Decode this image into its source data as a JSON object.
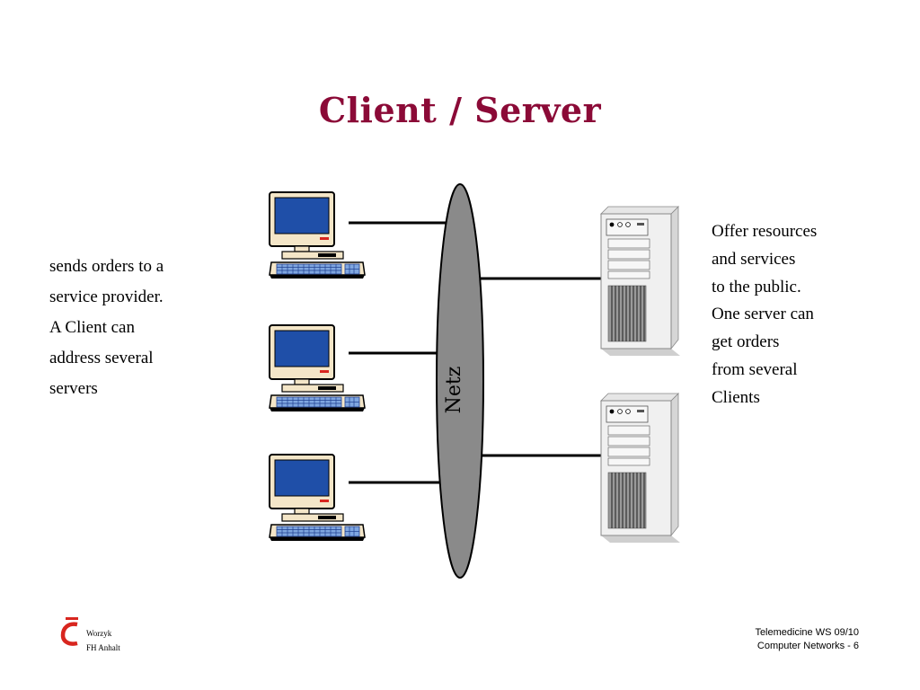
{
  "title": "Client / Server",
  "network_label": "Netz",
  "client_text": [
    "sends orders to a",
    "service provider.",
    "A Client can",
    "address several",
    "servers"
  ],
  "server_text": [
    "Offer resources",
    "and services",
    "to the public.",
    "One server can",
    "get orders",
    "from several",
    "Clients"
  ],
  "footer": {
    "logo_line1": "Worzyk",
    "logo_line2": "FH Anhalt",
    "course": "Telemedicine WS 09/10",
    "slide": "Computer Networks - 6"
  },
  "colors": {
    "title": "#8b0a37",
    "network": "#8a8a8a",
    "screen": "#1f4fa8",
    "monitor": "#f4e6c8",
    "logo": "#d8261f"
  },
  "icons": {
    "client": "desktop-computer-icon",
    "server": "tower-server-icon",
    "logo": "fh-anhalt-logo-icon"
  }
}
